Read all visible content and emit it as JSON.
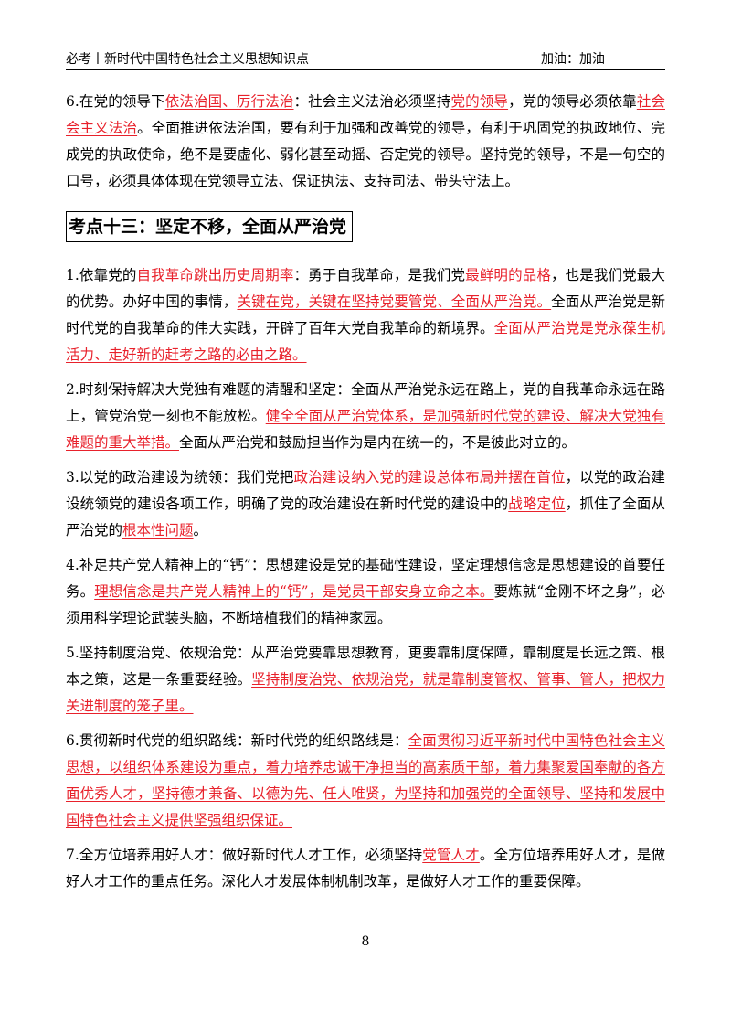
{
  "header": {
    "left_text": "必考丨新时代中国特色社会主义思想知识点",
    "right_text": "加油：加油"
  },
  "sections": [
    {
      "type": "para",
      "segments": [
        {
          "text": "6.在党的领导下",
          "hl": false
        },
        {
          "text": "依法治国、厉行法治",
          "hl": true
        },
        {
          "text": "：社会主义法治必须坚持",
          "hl": false
        },
        {
          "text": "党的领导",
          "hl": true
        },
        {
          "text": "，党的领导必须依靠",
          "hl": false
        },
        {
          "text": "社会会主义法治",
          "hl": true
        },
        {
          "text": "。全面推进依法治国，要有利于加强和改善党的领导，有利于巩固党的执政地位、完成党的执政使命，绝不是要虚化、弱化甚至动摇、否定党的领导。坚持党的领导，不是一句空的口号，必须具体体现在党领导立法、保证执法、支持司法、带头守法上。",
          "hl": false
        }
      ]
    },
    {
      "type": "heading",
      "text": "考点十三：坚定不移，全面从严治党"
    },
    {
      "type": "para",
      "segments": [
        {
          "text": "1.依靠党的",
          "hl": false
        },
        {
          "text": "自我革命跳出历史周期率",
          "hl": true
        },
        {
          "text": "：勇于自我革命，是我们党",
          "hl": false
        },
        {
          "text": "最鲜明的品格",
          "hl": true
        },
        {
          "text": "，也是我们党最大的优势。办好中国的事情，",
          "hl": false
        },
        {
          "text": "关键在党，关键在坚持党要管党、全面从严治党。",
          "hl": true
        },
        {
          "text": "全面从严治党是新时代党的自我革命的伟大实践，开辟了百年大党自我革命的新境界。",
          "hl": false
        },
        {
          "text": "全面从严治党是党永葆生机活力、走好新的赶考之路的必由之路。",
          "hl": true
        }
      ]
    },
    {
      "type": "para",
      "segments": [
        {
          "text": "2.时刻保持解决大党独有难题的清醒和坚定：全面从严治党永远在路上，党的自我革命永远在路上，管党治党一刻也不能放松。",
          "hl": false
        },
        {
          "text": "健全全面从严治党体系，是加强新时代党的建设、解决大党独有难题的重大举措。",
          "hl": true
        },
        {
          "text": "全面从严治党和鼓励担当作为是内在统一的，不是彼此对立的。",
          "hl": false
        }
      ]
    },
    {
      "type": "para",
      "segments": [
        {
          "text": "3.以党的政治建设为统领：我们党把",
          "hl": false
        },
        {
          "text": "政治建设纳入党的建设总体布局并摆在首位",
          "hl": true
        },
        {
          "text": "，以党的政治建设统领党的建设各项工作，明确了党的政治建设在新时代党的建设中的",
          "hl": false
        },
        {
          "text": "战略定位",
          "hl": true
        },
        {
          "text": "，抓住了全面从严治党的",
          "hl": false
        },
        {
          "text": "根本性问题",
          "hl": true
        },
        {
          "text": "。",
          "hl": false
        }
      ]
    },
    {
      "type": "para",
      "segments": [
        {
          "text": "4.补足共产党人精神上的“钙”：思想建设是党的基础性建设，坚定理想信念是思想建设的首要任务。",
          "hl": false
        },
        {
          "text": "理想信念是共产党人精神上的“钙”，是党员干部安身立命之本。",
          "hl": true
        },
        {
          "text": "要炼就“金刚不坏之身”，必须用科学理论武装头脑，不断培植我们的精神家园。",
          "hl": false
        }
      ]
    },
    {
      "type": "para",
      "segments": [
        {
          "text": "5.坚持制度治党、依规治党：从严治党要靠思想教育，更要靠制度保障，靠制度是长远之策、根本之策，这是一条重要经验。",
          "hl": false
        },
        {
          "text": "坚持制度治党、依规治党，就是靠制度管权、管事、管人，把权力关进制度的笼子里。",
          "hl": true
        }
      ]
    },
    {
      "type": "para",
      "segments": [
        {
          "text": "6.贯彻新时代党的组织路线：新时代党的组织路线是：",
          "hl": false
        },
        {
          "text": "全面贯彻习近平新时代中国特色社会主义思想，以组织体系建设为重点，着力培养忠诚干净担当的高素质干部，着力集聚爱国奉献的各方面优秀人才，坚持德才兼备、以德为先、任人唯贤，为坚持和加强党的全面领导、坚持和发展中国特色社会主义提供坚强组织保证。",
          "hl": true
        }
      ]
    },
    {
      "type": "para",
      "segments": [
        {
          "text": "7.全方位培养用好人才：做好新时代人才工作，必须坚持",
          "hl": false
        },
        {
          "text": "党管人才",
          "hl": true
        },
        {
          "text": "。全方位培养用好人才，是做好人才工作的重点任务。深化人才发展体制机制改革，是做好人才工作的重要保障。",
          "hl": false
        }
      ]
    }
  ],
  "footer": {
    "page_number": "8"
  }
}
